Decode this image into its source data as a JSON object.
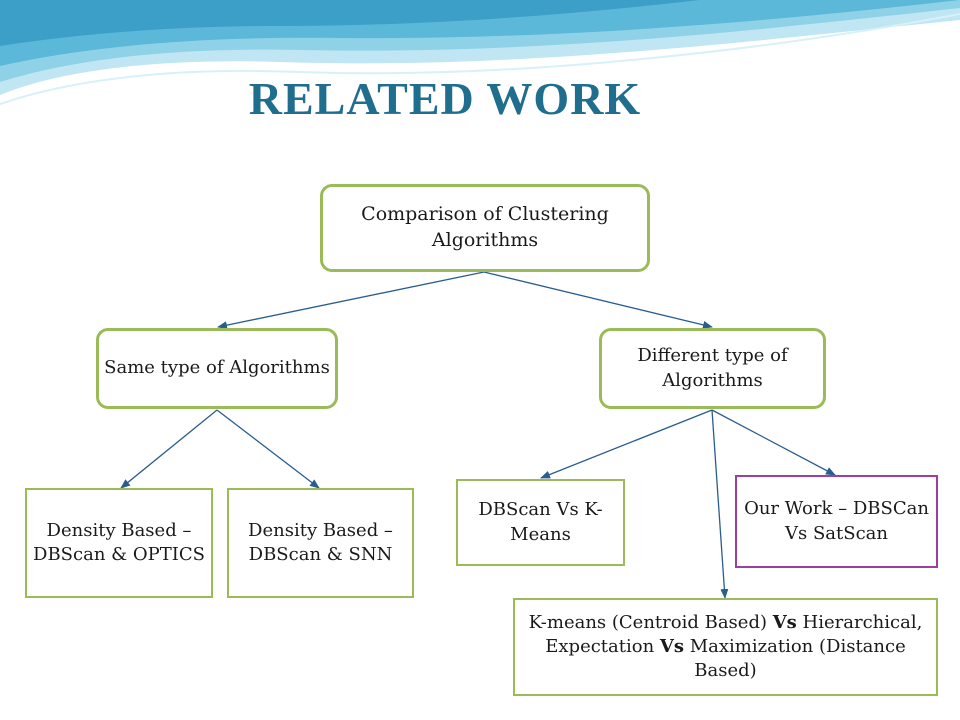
{
  "title": "RELATED WORK",
  "colors": {
    "title": "#1f6e8e",
    "node_border": "#9bbb59",
    "highlight_border": "#9b3fa3",
    "edge": "#2a5d8f"
  },
  "nodes": {
    "root": "Comparison of Clustering Algorithms",
    "same_type": "Same type of Algorithms",
    "different_type": "Different type of Algorithms",
    "density_optics": "Density Based – DBScan & OPTICS",
    "density_snn": "Density Based – DBScan & SNN",
    "dbscan_kmeans": "DBScan Vs K-Means",
    "our_work": "Our Work – DBSCan Vs SatScan",
    "kmeans_hierarchical": {
      "part1": "K-means (Centroid Based) ",
      "vs1": "Vs",
      "part2": " Hierarchical, Expectation ",
      "vs2": "Vs",
      "part3": " Maximization (Distance Based)"
    }
  }
}
